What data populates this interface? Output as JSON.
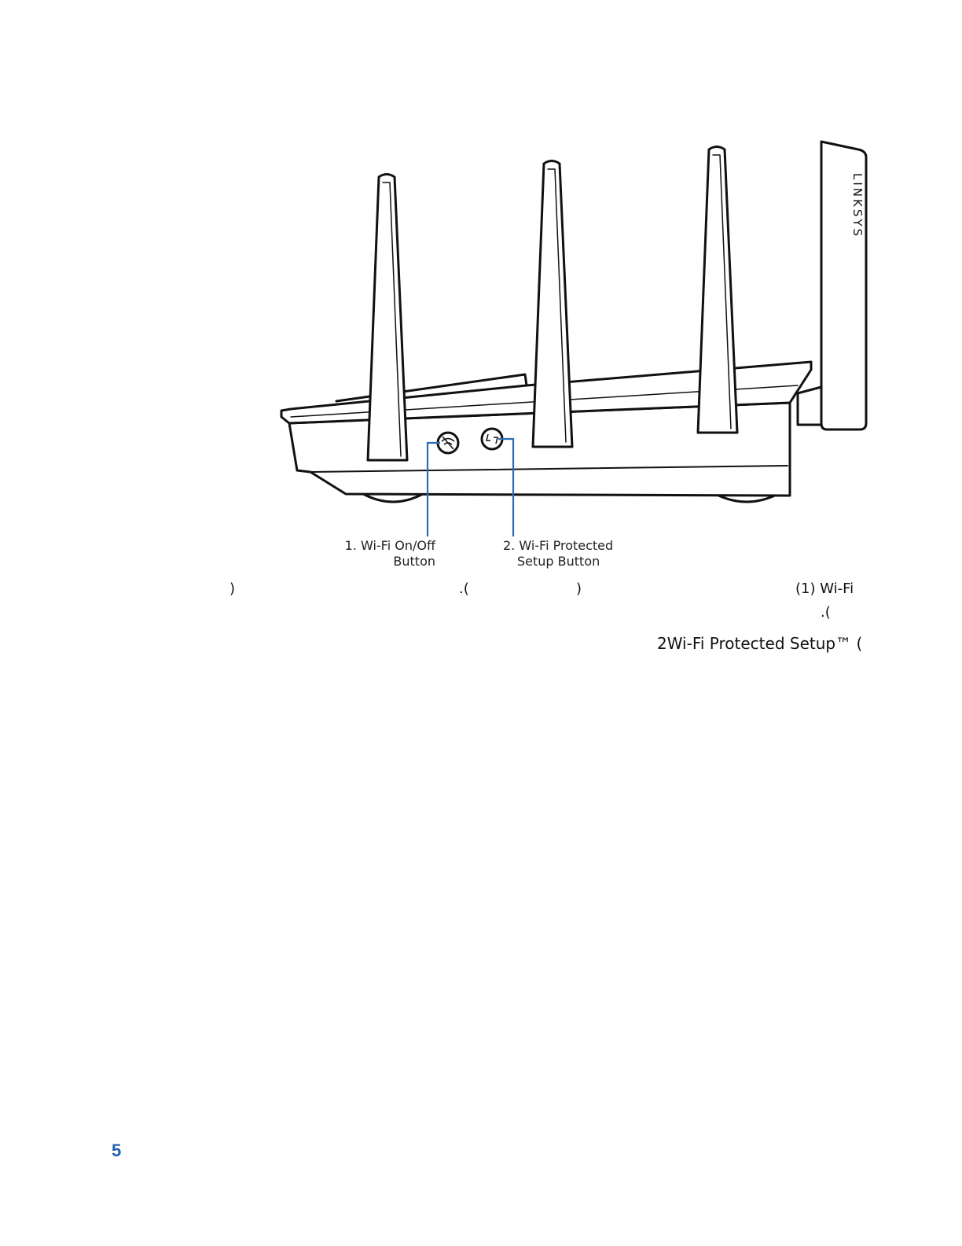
{
  "figure": {
    "brand_text": "LINKSYS",
    "callouts": [
      {
        "line1": "1. Wi-Fi On/Off",
        "line2": "Button"
      },
      {
        "line1": "2. Wi-Fi Protected",
        "line2": "Setup Button"
      }
    ],
    "accent_color": "#2a6db5"
  },
  "text_fragments": [
    ")",
    ".(",
    ")",
    "(1) Wi-Fi",
    ".(",
    "2Wi-Fi Protected Setup™ ("
  ],
  "page_number": "5",
  "colors": {
    "page_number": "#1f5fad",
    "callout_line": "#2a6db5"
  }
}
